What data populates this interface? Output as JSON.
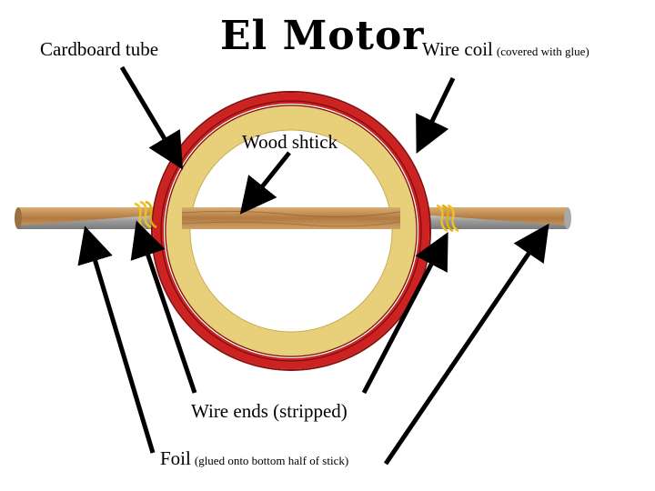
{
  "title": "El Motor",
  "labels": {
    "cardboard_tube": "Cardboard tube",
    "wire_coil_main": "Wire coil",
    "wire_coil_note": "(covered with glue)",
    "wood_stick": "Wood shtick",
    "wire_ends": "Wire ends (stripped)",
    "foil_main": "Foil",
    "foil_note": "(glued onto bottom half of stick)"
  },
  "colors": {
    "wire_coil": "#cc2222",
    "cardboard": "#e8cf7a",
    "wood": "#b8864c",
    "foil": "#a8a8a8",
    "stripped_wire": "#f0c020"
  }
}
